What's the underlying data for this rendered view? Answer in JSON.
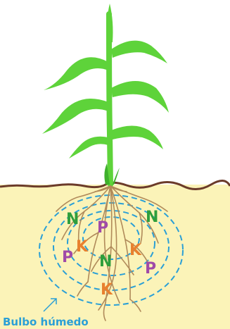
{
  "nutrients": [
    {
      "symbol": "N",
      "color": "#2e9e3c"
    },
    {
      "symbol": "N",
      "color": "#2e9e3c"
    },
    {
      "symbol": "N",
      "color": "#2e9e3c"
    },
    {
      "symbol": "P",
      "color": "#a04aa8"
    },
    {
      "symbol": "P",
      "color": "#a04aa8"
    },
    {
      "symbol": "P",
      "color": "#a04aa8"
    },
    {
      "symbol": "K",
      "color": "#e8802e"
    },
    {
      "symbol": "K",
      "color": "#e8802e"
    },
    {
      "symbol": "K",
      "color": "#e8802e"
    }
  ],
  "label": {
    "text": "Bulbo húmedo",
    "color": "#2a9fd6"
  },
  "colors": {
    "soil": "#fbf3b8",
    "ground_line": "#6b3b2a",
    "leaf": "#5ed33a",
    "leaf_dark": "#3fb02c",
    "root": "#b08a5a",
    "wet_bulb": "#2a9fd6"
  }
}
